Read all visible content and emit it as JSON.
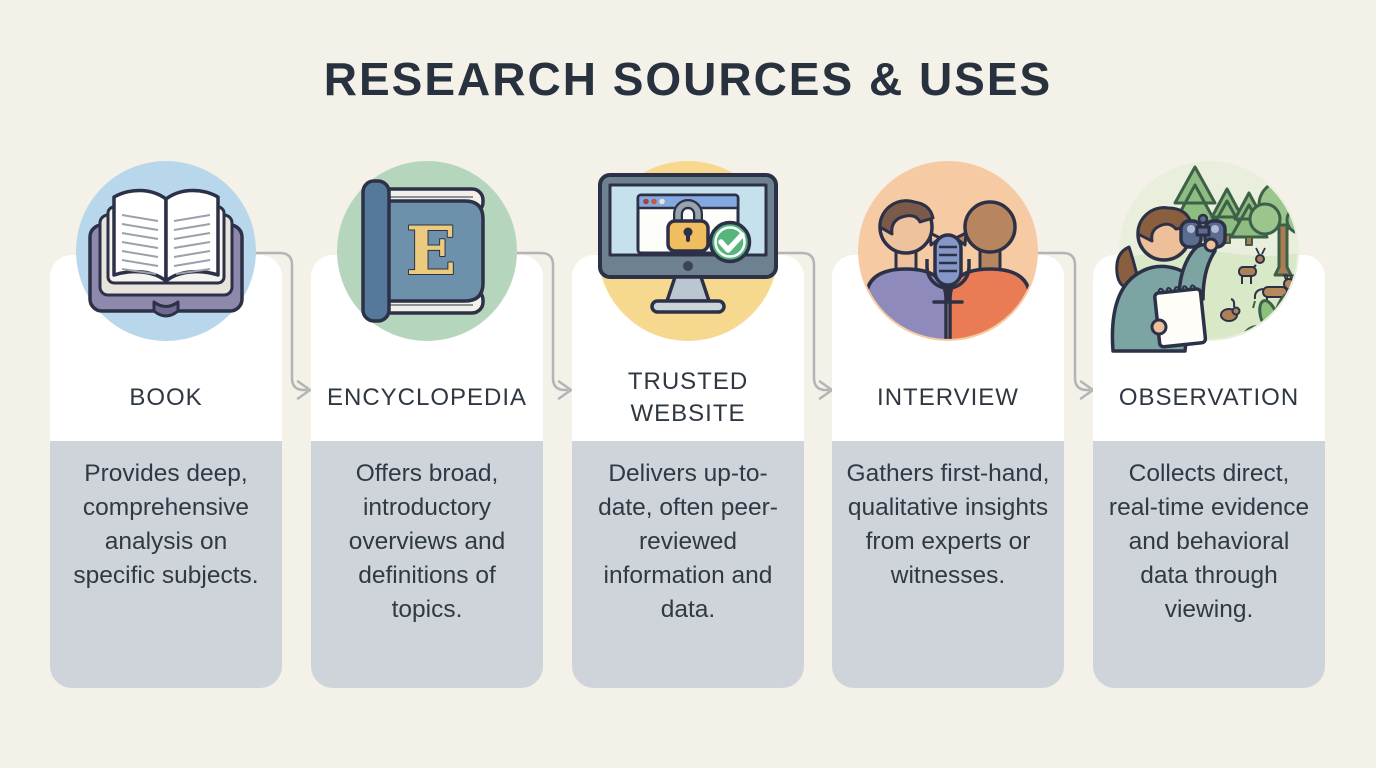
{
  "title": "RESEARCH SOURCES & USES",
  "colors": {
    "background": "#f4f1e9",
    "card_bg": "#ffffff",
    "description_bg": "#ced4da",
    "title_color": "#28313e",
    "label_color": "#2e3742",
    "body_color": "#303a44",
    "connector_color": "#b4b4b6",
    "circle_book": "#b8d7eb",
    "circle_encyclopedia": "#b6d5bd",
    "circle_website": "#f6d88e",
    "circle_interview": "#f6caa3",
    "circle_observation": "#d9e9c8"
  },
  "cards": [
    {
      "label": "BOOK",
      "icon": "open-book-icon",
      "description": "Provides deep, comprehensive analysis on specific subjects."
    },
    {
      "label": "ENCYCLOPEDIA",
      "icon": "encyclopedia-icon",
      "description": "Offers broad, introductory overviews and definitions of topics."
    },
    {
      "label": "TRUSTED WEBSITE",
      "icon": "secure-website-icon",
      "description": "Delivers up-to-date, often peer-reviewed information and data."
    },
    {
      "label": "INTERVIEW",
      "icon": "interview-icon",
      "description": "Gathers first-hand, qualitative insights from experts or witnesses."
    },
    {
      "label": "OBSERVATION",
      "icon": "observation-icon",
      "description": "Collects direct, real-time evidence and behavioral data through viewing."
    }
  ]
}
